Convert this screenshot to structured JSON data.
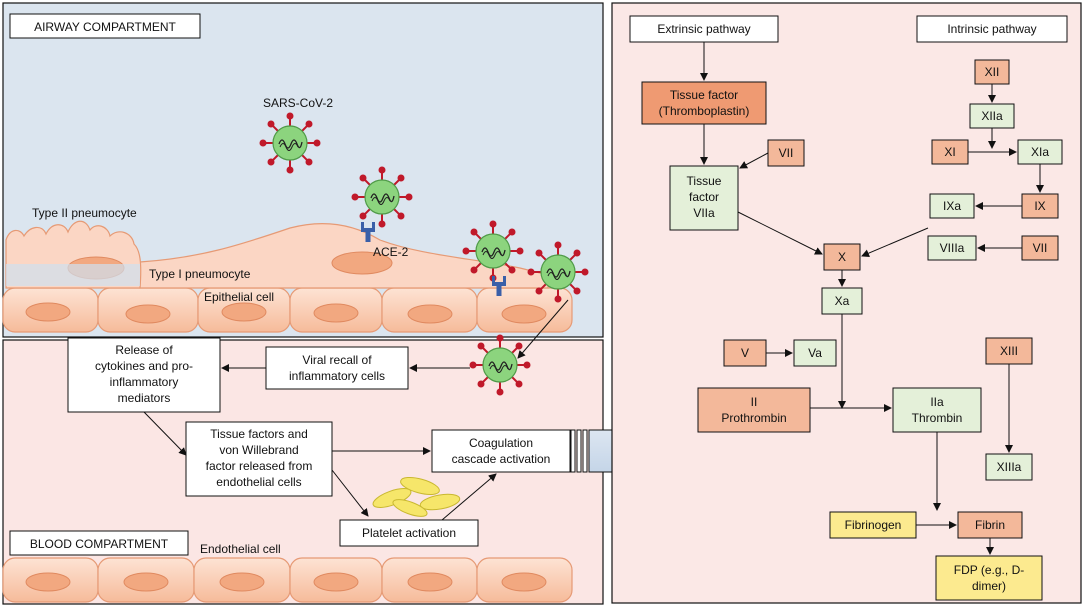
{
  "compartments": {
    "airway": "AIRWAY COMPARTMENT",
    "blood": "BLOOD COMPARTMENT"
  },
  "cells": {
    "virus_label": "SARS-CoV-2",
    "type2": "Type II pneumocyte",
    "type1": "Type I pneumocyte",
    "receptor": "ACE-2",
    "epithelial": "Epithelial cell",
    "endothelial": "Endothelial cell"
  },
  "process": {
    "viral_recall": [
      "Viral recall of",
      "inflammatory cells"
    ],
    "release": [
      "Release of",
      "cytokines and pro-",
      "inflammatory",
      "mediators"
    ],
    "tissue_factors": [
      "Tissue factors and",
      "von Willebrand",
      "factor released from",
      "endothelial cells"
    ],
    "coag": [
      "Coagulation",
      "cascade activation"
    ],
    "platelet": "Platelet activation"
  },
  "cascade": {
    "extrinsic": "Extrinsic pathway",
    "intrinsic": "Intrinsic pathway",
    "tissue_factor": [
      "Tissue factor",
      "(Thromboplastin)"
    ],
    "vii_ext": "VII",
    "tf_viia": [
      "Tissue",
      "factor",
      "VIIa"
    ],
    "xii": "XII",
    "xiia": "XIIa",
    "xi": "XI",
    "xia": "XIa",
    "ix": "IX",
    "ixa": "IXa",
    "viiia": "VIIIa",
    "vii_int": "VII",
    "x": "X",
    "xa": "Xa",
    "v": "V",
    "va": "Va",
    "prothrombin": [
      "II",
      "Prothrombin"
    ],
    "thrombin": [
      "IIa",
      "Thrombin"
    ],
    "xiii": "XIII",
    "xiiia": "XIIIa",
    "fibrinogen": "Fibrinogen",
    "fibrin": "Fibrin",
    "fdp": [
      "FDP (e.g., D-",
      "dimer)"
    ]
  },
  "colors": {
    "airway_bg": "#dbe5ef",
    "blood_bg": "#fbe6e4",
    "cascade_bg": "#fbe8e6",
    "orange_box": "#f3b89a",
    "orange_strong": "#ef9a72",
    "green_box": "#e4f0d9",
    "yellow_box": "#fcea8f",
    "virus_body": "#8cd47e",
    "spike": "#c0192a",
    "cell_fill": "#f9cbb2",
    "nucleus": "#f2a880",
    "receptor": "#3a5fa8",
    "platelet": "#f6e66a"
  }
}
